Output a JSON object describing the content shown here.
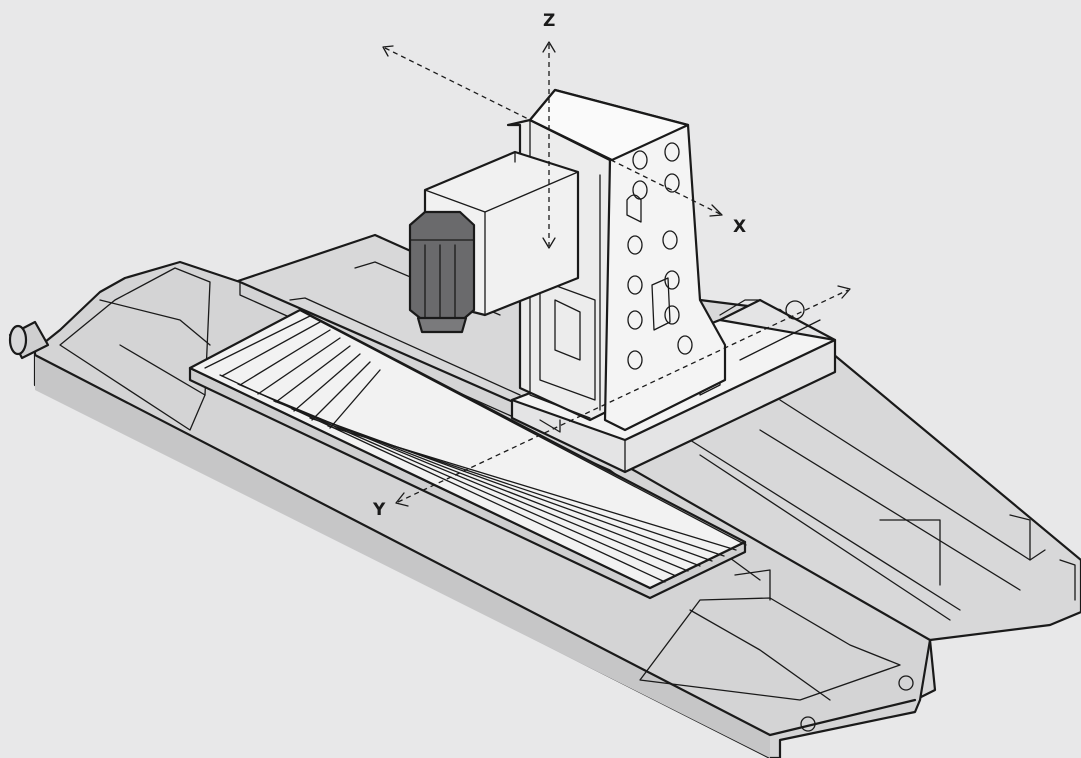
{
  "diagram": {
    "axes": {
      "x": {
        "label": "X"
      },
      "y": {
        "label": "Y"
      },
      "z": {
        "label": "Z"
      }
    },
    "colors": {
      "background": "#e8e8e9",
      "base": "#d4d4d5",
      "base_dark": "#c4c4c5",
      "table": "#f2f2f2",
      "column": "#f4f4f4",
      "spindle": "#6a6a6c",
      "outline": "#1a1a1a"
    },
    "parts": {
      "base": "machine-base",
      "table": "work-table",
      "column": "column",
      "spindle_head": "spindle-head",
      "spindle": "spindle-motor"
    }
  }
}
